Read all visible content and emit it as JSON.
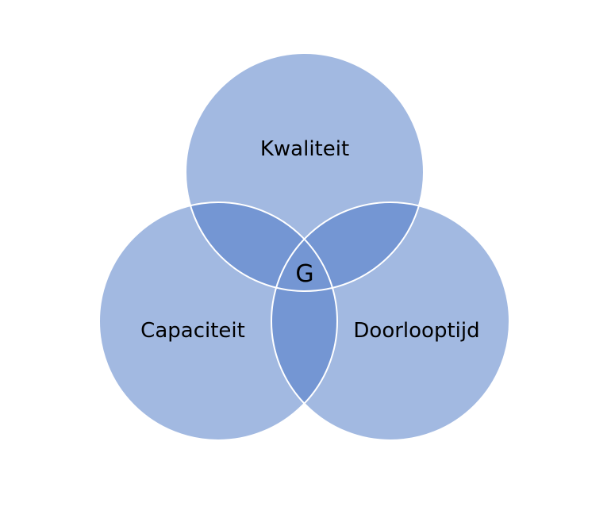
{
  "diagram": {
    "circles": [
      {
        "id": "quality",
        "label": "Kwaliteit"
      },
      {
        "id": "capacity",
        "label": "Capaciteit"
      },
      {
        "id": "leadtime",
        "label": "Doorlooptijd"
      }
    ],
    "center_label": "G"
  },
  "colors": {
    "fill": "#a2b9e1",
    "overlap": "#7496d3",
    "outline": "#ffffff"
  }
}
